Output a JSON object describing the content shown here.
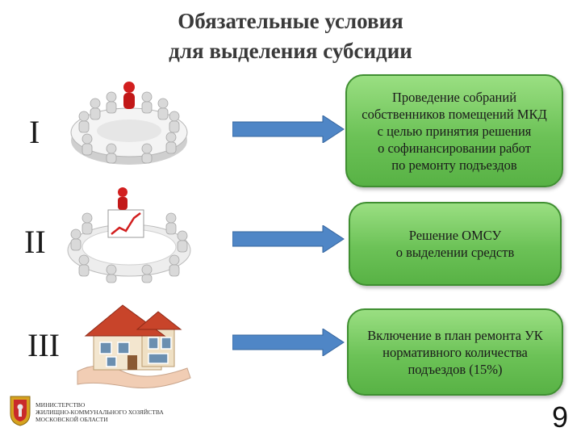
{
  "slide": {
    "title_lines": [
      "Обязательные условия",
      "для выделения субсидии"
    ],
    "page_number": "9"
  },
  "rows": [
    {
      "numeral": "I",
      "illustration": "meeting-table-icon",
      "box_lines": [
        "Проведение собраний",
        "собственников помещений МКД",
        "с целью принятия решения",
        "о софинансировании работ",
        "по ремонту подъездов"
      ]
    },
    {
      "numeral": "II",
      "illustration": "conference-growth-chart-icon",
      "box_lines": [
        "Решение ОМСУ",
        "о выделении средств"
      ]
    },
    {
      "numeral": "III",
      "illustration": "house-in-hands-icon",
      "box_lines": [
        "Включение в план ремонта УК",
        "нормативного количества",
        "подъездов (15%)"
      ]
    }
  ],
  "footer": {
    "ministry_lines": [
      "МИНИСТЕРСТВО",
      "ЖИЛИЩНО-КОММУНАЛЬНОГО ХОЗЯЙСТВА",
      "МОСКОВСКОЙ ОБЛАСТИ"
    ],
    "emblem": "coat-of-arms-icon"
  },
  "colors": {
    "box_fill": "#6cc257",
    "box_border": "#3f8f31",
    "arrow_fill": "#4f86c6",
    "accent_red": "#d21f1f"
  }
}
